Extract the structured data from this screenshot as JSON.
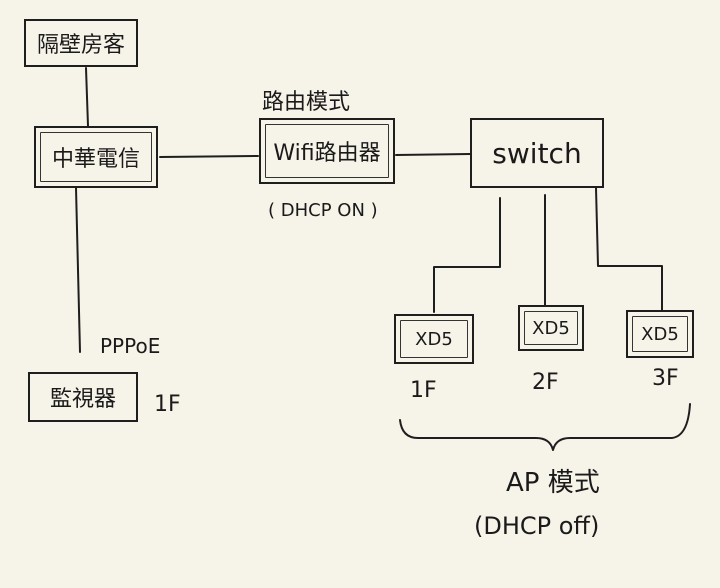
{
  "nodes": {
    "neighbor_room": "隔壁房客",
    "cht": "中華電信",
    "wifi_router": "Wifi路由器",
    "switch": "switch",
    "monitor": "監視器",
    "xd5_a": "XD5",
    "xd5_b": "XD5",
    "xd5_c": "XD5"
  },
  "labels": {
    "router_mode": "路由模式",
    "dhcp_on": "( DHCP  ON )",
    "pppoe": "PPPoE",
    "monitor_floor": "1F",
    "floor_1": "1F",
    "floor_2": "2F",
    "floor_3": "3F",
    "ap_mode": "AP 模式",
    "dhcp_off": "(DHCP off)"
  }
}
